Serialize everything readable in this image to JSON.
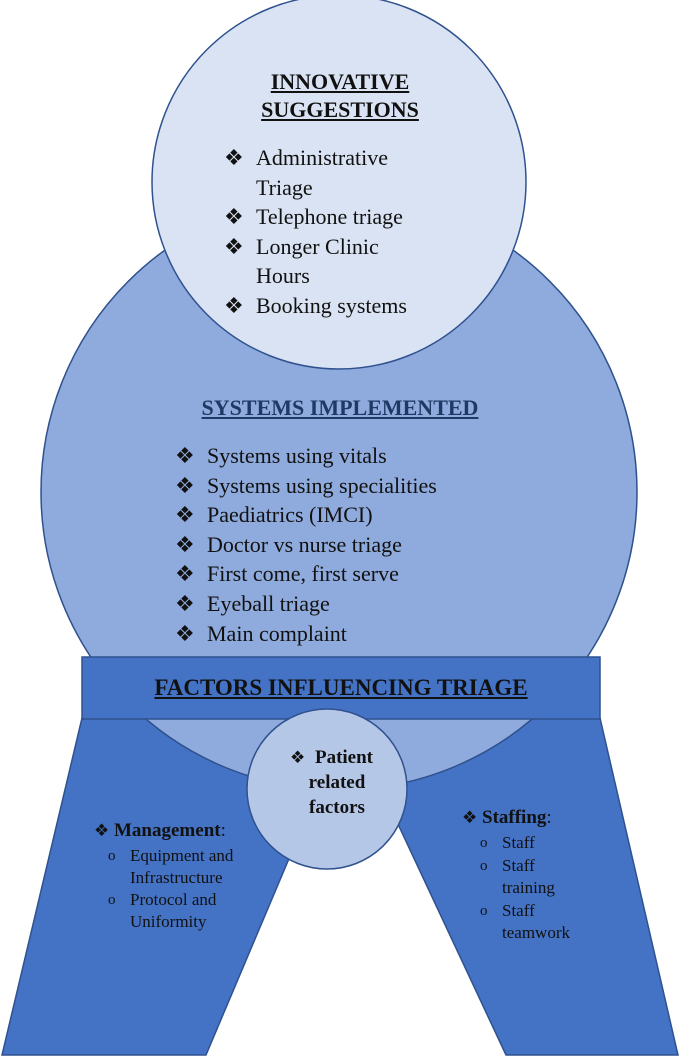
{
  "colors": {
    "top_circle": "#DAE3F3",
    "middle_circle": "#8FAADC",
    "banner": "#4472C4",
    "legs": "#4472C4",
    "center_circle": "#B4C7E7",
    "outline": "#2F528F",
    "text": "#111111",
    "systems_title": "#203864"
  },
  "innovative": {
    "title_line1": "INNOVATIVE",
    "title_line2": "SUGGESTIONS",
    "items": [
      {
        "line1": "Administrative",
        "line2": "Triage"
      },
      {
        "line1": "Telephone triage",
        "line2": ""
      },
      {
        "line1": "Longer Clinic",
        "line2": "Hours"
      },
      {
        "line1": "Booking systems",
        "line2": ""
      }
    ]
  },
  "systems": {
    "title": "SYSTEMS IMPLEMENTED",
    "items": [
      "Systems using vitals",
      "Systems using specialities",
      "Paediatrics (IMCI)",
      "Doctor vs nurse triage",
      "First come, first serve",
      "Eyeball triage",
      "Main complaint"
    ]
  },
  "factors": {
    "title": "FACTORS INFLUENCING TRIAGE"
  },
  "patient": {
    "line1": "Patient",
    "line2": "related",
    "line3": "factors"
  },
  "management": {
    "title": "Management",
    "suffix": ":",
    "items": [
      {
        "line1": "Equipment and",
        "line2": "Infrastructure"
      },
      {
        "line1": "Protocol and",
        "line2": "Uniformity"
      }
    ]
  },
  "staffing": {
    "title": "Staffing",
    "suffix": ":",
    "items": [
      {
        "line1": "Staff",
        "line2": ""
      },
      {
        "line1": "Staff",
        "line2": "training"
      },
      {
        "line1": "Staff",
        "line2": "teamwork"
      }
    ]
  },
  "symbols": {
    "diamond_bullet": "❖",
    "circle_bullet": "o"
  }
}
